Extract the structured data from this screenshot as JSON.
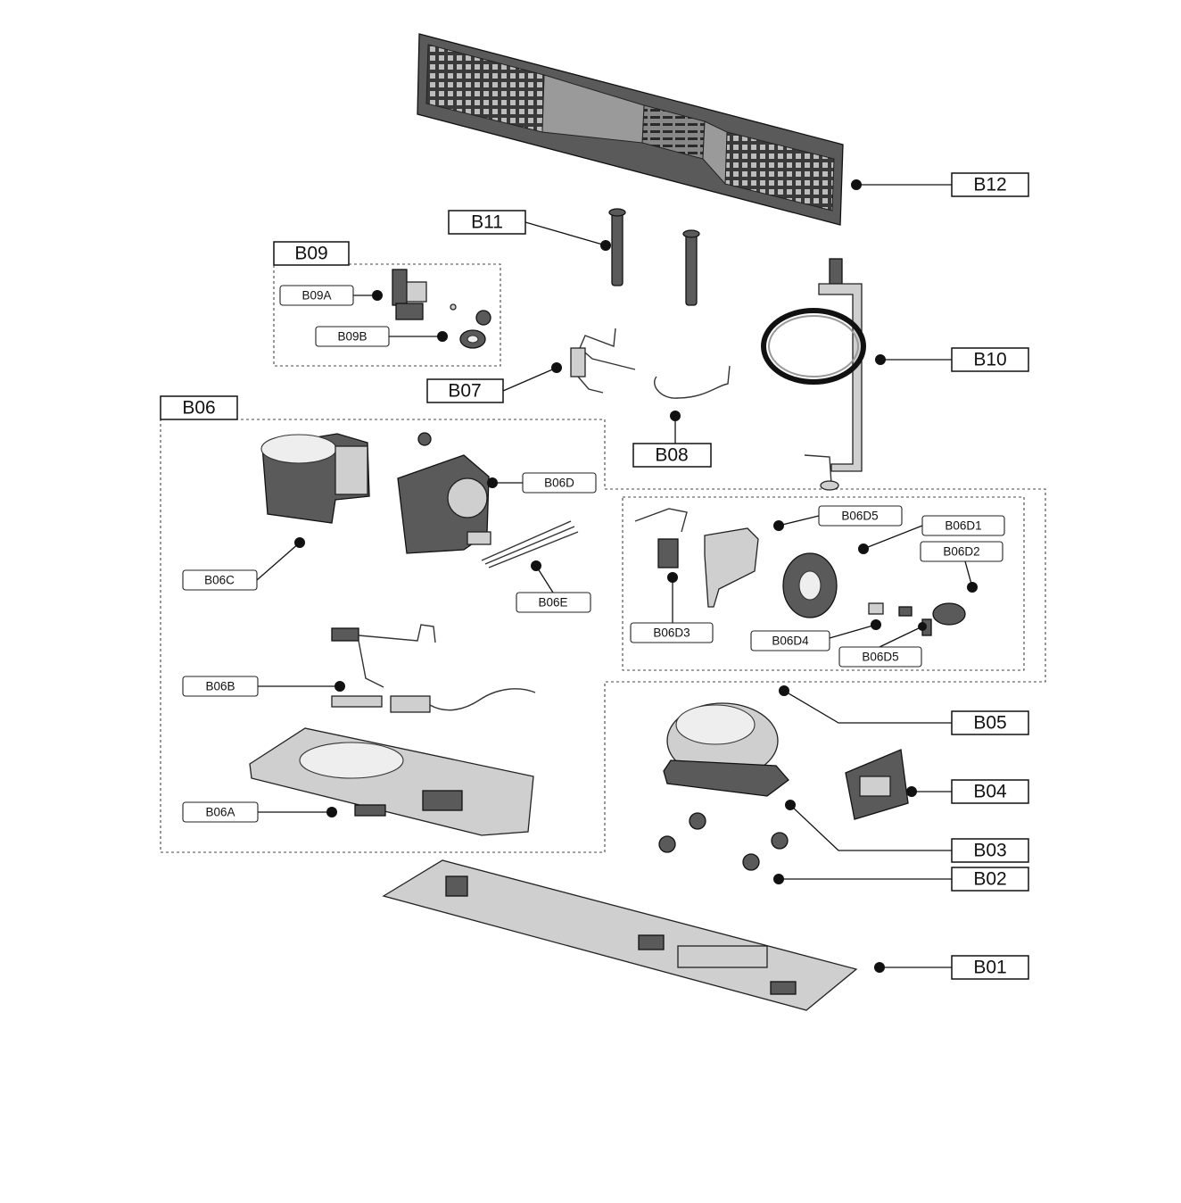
{
  "labels": {
    "B01": "B01",
    "B02": "B02",
    "B03": "B03",
    "B04": "B04",
    "B05": "B05",
    "B06": "B06",
    "B06A": "B06A",
    "B06B": "B06B",
    "B06C": "B06C",
    "B06D": "B06D",
    "B06D1": "B06D1",
    "B06D2": "B06D2",
    "B06D3": "B06D3",
    "B06D4": "B06D4",
    "B06D5a": "B06D5",
    "B06D5b": "B06D5",
    "B06E": "B06E",
    "B07": "B07",
    "B08": "B08",
    "B09": "B09",
    "B09A": "B09A",
    "B09B": "B09B",
    "B10": "B10",
    "B11": "B11",
    "B12": "B12"
  }
}
